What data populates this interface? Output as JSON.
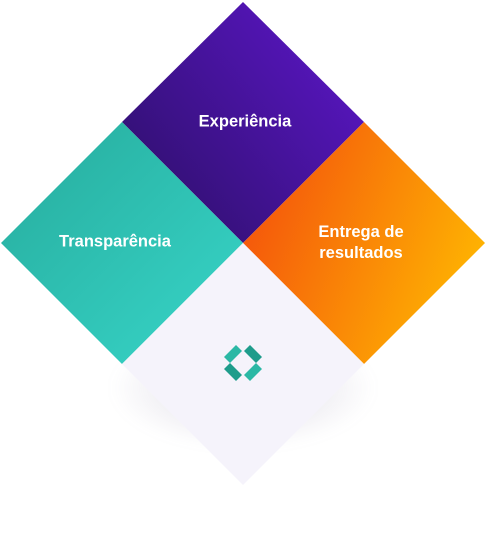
{
  "diagram": {
    "top": {
      "label": "Experiência",
      "color_start": "#2a0f63",
      "color_end": "#5a16c4"
    },
    "left": {
      "label": "Transparência",
      "color_start": "#26b0a0",
      "color_end": "#36d3c6"
    },
    "right": {
      "label_line1": "Entrega de",
      "label_line2": "resultados",
      "color_start": "#f4540c",
      "color_end": "#feb701"
    },
    "bottom": {
      "fill": "#f5f3fb",
      "icon": "code-brackets-icon",
      "icon_color": "#27b29f"
    }
  }
}
